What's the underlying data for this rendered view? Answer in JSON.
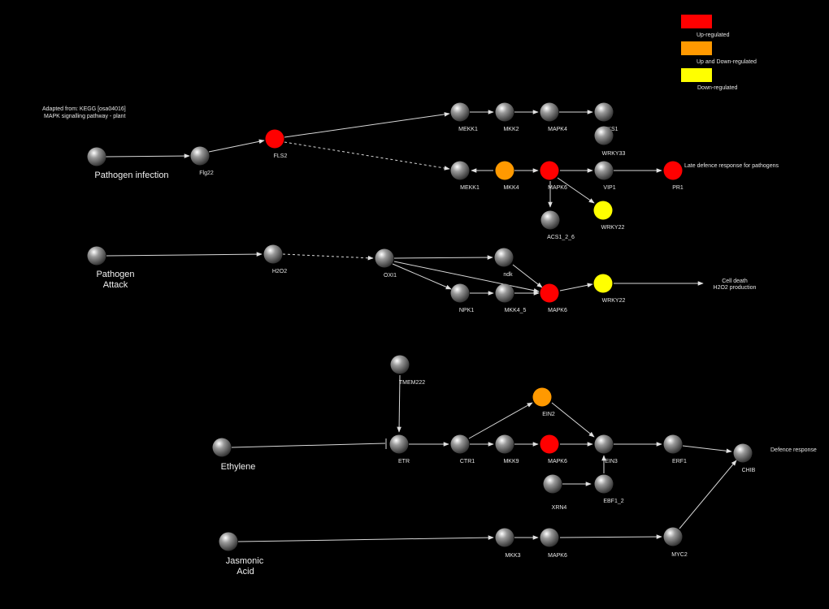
{
  "colors": {
    "up": "#ff0000",
    "updown": "#ff9900",
    "down": "#ffff00"
  },
  "legend": {
    "up": "Up-regulated",
    "updown": "Up and Down-regulated",
    "down": "Down-regulated"
  },
  "source": {
    "line1": "Adapted from: KEGG [osa04016]",
    "line2": "MAPK signalling pathway - plant"
  },
  "inputs": {
    "pathogen_infection": "Pathogen infection",
    "pathogen_attack_1": "Pathogen",
    "pathogen_attack_2": "Attack",
    "ethylene": "Ethylene",
    "jasmonic_1": "Jasmonic",
    "jasmonic_2": "Acid"
  },
  "nodes": {
    "flg22": "Flg22",
    "fls2": "FLS2",
    "mekk1_a": "MEKK1",
    "mkk2": "MKK2",
    "mapk4": "MAPK4",
    "mks1": "MKS1",
    "wrky33": "WRKY33",
    "mekk1_b": "MEKK1",
    "mkk4": "MKK4",
    "mapk6_a": "MAPK6",
    "vip1": "VIP1",
    "pr1": "PR1",
    "acs": "ACS1_2_6",
    "wrky22_a": "WRKY22",
    "h2o2": "H2O2",
    "oxi1": "OXI1",
    "ndk": "ndk",
    "npk1": "NPK1",
    "mkk4_5": "MKK4_5",
    "mapk6_b": "MAPK6",
    "wrky22_b": "WRKY22",
    "tmem222": "TMEM222",
    "etr": "ETR",
    "ctr1": "CTR1",
    "mkk9": "MKK9",
    "mapk6_c": "MAPK6",
    "ein2": "EIN2",
    "ein3": "EIN3",
    "erf1": "ERF1",
    "chib": "CHIB",
    "xrn4": "XRN4",
    "ebf1_2": "EBF1_2",
    "mkk3": "MKK3",
    "mapk6_d": "MAPK6",
    "myc2": "MYC2"
  },
  "outcomes": {
    "late_defence": "Late defence response for pathogens",
    "cell_death_1": "Cell death",
    "cell_death_2": "H2O2 production",
    "defence": "Defence response"
  }
}
